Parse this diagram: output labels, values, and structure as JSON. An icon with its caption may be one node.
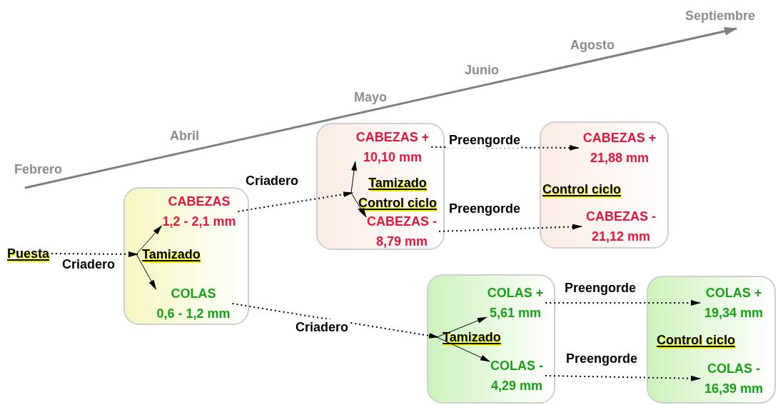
{
  "diagram": {
    "nodes": [
      {
        "text": [
          "Puesta"
        ]
      },
      {
        "text": [],
        "shape": "box"
      },
      {
        "text": [
          "CABEZAS",
          "1,2 - 2,1 mm"
        ],
        "in": 1
      },
      {
        "text": [
          "Tamizado"
        ],
        "in": 1
      },
      {
        "text": [
          "COLAS",
          "0,6 - 1,2 mm"
        ],
        "in": 1
      },
      {
        "text": [],
        "shape": "box"
      },
      {
        "text": [
          "CABEZAS +",
          "10,10 mm"
        ],
        "in": 5
      },
      {
        "text": [
          "Tamizado Control ciclo"
        ],
        "in": 5
      },
      {
        "text": [
          "CABEZAS -",
          "8,79 mm"
        ],
        "in": 5
      },
      {
        "text": [],
        "shape": "box"
      },
      {
        "text": [
          "CABEZAS +",
          "21,88 mm"
        ],
        "in": 9
      },
      {
        "text": [
          "Control ciclo"
        ],
        "in": 9
      },
      {
        "text": [
          "CABEZAS -",
          "21,12 mm"
        ],
        "in": 9
      },
      {
        "text": [],
        "shape": "box"
      },
      {
        "text": [
          "COLAS +",
          "5,61 mm"
        ],
        "in": 13
      },
      {
        "text": [
          "Tamizado"
        ],
        "in": 13
      },
      {
        "text": [
          "COLAS -",
          "4,29 mm"
        ],
        "in": 13
      },
      {
        "text": [],
        "shape": "box"
      },
      {
        "text": [
          "COLAS +",
          "19,34 mm"
        ],
        "in": 17
      },
      {
        "text": [
          "Control ciclo"
        ],
        "in": 17
      },
      {
        "text": [
          "COLAS -",
          "16,39 mm"
        ],
        "in": 17
      }
    ],
    "edges": [
      {
        "from": 0,
        "to": 3,
        "arrow": "to",
        "label": "Criadero",
        "style": "dashed"
      },
      {
        "from": 3,
        "to": 2,
        "arrow": "to"
      },
      {
        "from": 3,
        "to": 4,
        "arrow": "to"
      },
      {
        "from": 2,
        "to": 7,
        "arrow": "to",
        "label": "Criadero",
        "style": "dashed"
      },
      {
        "from": 7,
        "to": 6,
        "arrow": "to"
      },
      {
        "from": 7,
        "to": 8,
        "arrow": "to"
      },
      {
        "from": 6,
        "to": 10,
        "arrow": "to",
        "label": "Preengorde",
        "style": "dashed"
      },
      {
        "from": 8,
        "to": 12,
        "arrow": "to",
        "label": "Preengorde",
        "style": "dashed"
      },
      {
        "from": 4,
        "to": 15,
        "arrow": "to",
        "label": "Criadero",
        "style": "dashed"
      },
      {
        "from": 15,
        "to": 14,
        "arrow": "to"
      },
      {
        "from": 15,
        "to": 16,
        "arrow": "to"
      },
      {
        "from": 14,
        "to": 18,
        "arrow": "to",
        "label": "Preengorde",
        "style": "dashed"
      },
      {
        "from": 16,
        "to": 20,
        "arrow": "to",
        "label": "Preengorde",
        "style": "dashed"
      }
    ],
    "labels": [
      "Febrero",
      "Abril",
      "Mayo",
      "Junio",
      "Agosto",
      "Septiembre"
    ]
  }
}
